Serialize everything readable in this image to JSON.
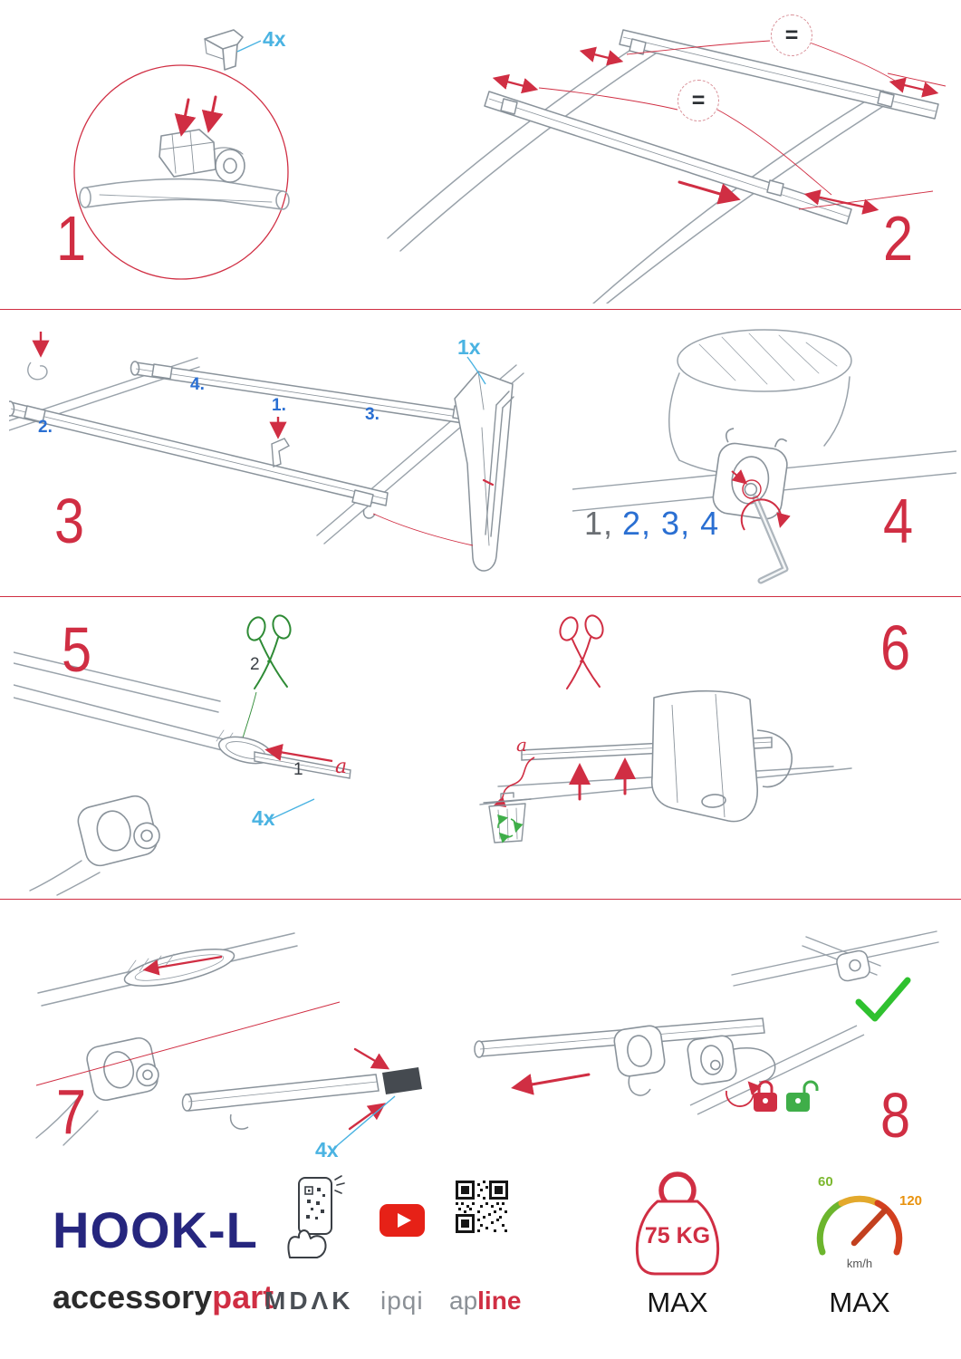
{
  "colors": {
    "accent_red": "#d02e43",
    "label_blue_light": "#4ab3e2",
    "label_blue": "#2a6fd2",
    "check_green": "#2fc12f",
    "brand_navy": "#26267e"
  },
  "steps": {
    "s1": {
      "number": "1",
      "qty": "4x"
    },
    "s2": {
      "number": "2",
      "equal_top": "=",
      "equal_mid": "="
    },
    "s3": {
      "number": "3",
      "qty": "1x",
      "order_1": "1.",
      "order_2": "2.",
      "order_3": "3.",
      "order_4": "4."
    },
    "s4": {
      "number": "4",
      "seq_first": "1,",
      "seq_rest": "2, 3, 4"
    },
    "s5": {
      "number": "5",
      "cut_label": "2",
      "pull_label": "1",
      "strip_label": "a",
      "qty": "4x"
    },
    "s6": {
      "number": "6",
      "strip_label": "a"
    },
    "s7": {
      "number": "7",
      "qty": "4x"
    },
    "s8": {
      "number": "8"
    }
  },
  "footer": {
    "product_name": "HOOK-L",
    "brand_first": "accessory",
    "brand_second": "part",
    "logo_mdak": "MDΛK",
    "logo_ipqi": "ipqi",
    "logo_ap": "ap",
    "logo_line": "line",
    "weight_limit": "75 KG",
    "weight_max_label": "MAX",
    "speed_low": "60",
    "speed_high": "120",
    "speed_unit": "km/h",
    "speed_max_label": "MAX"
  }
}
